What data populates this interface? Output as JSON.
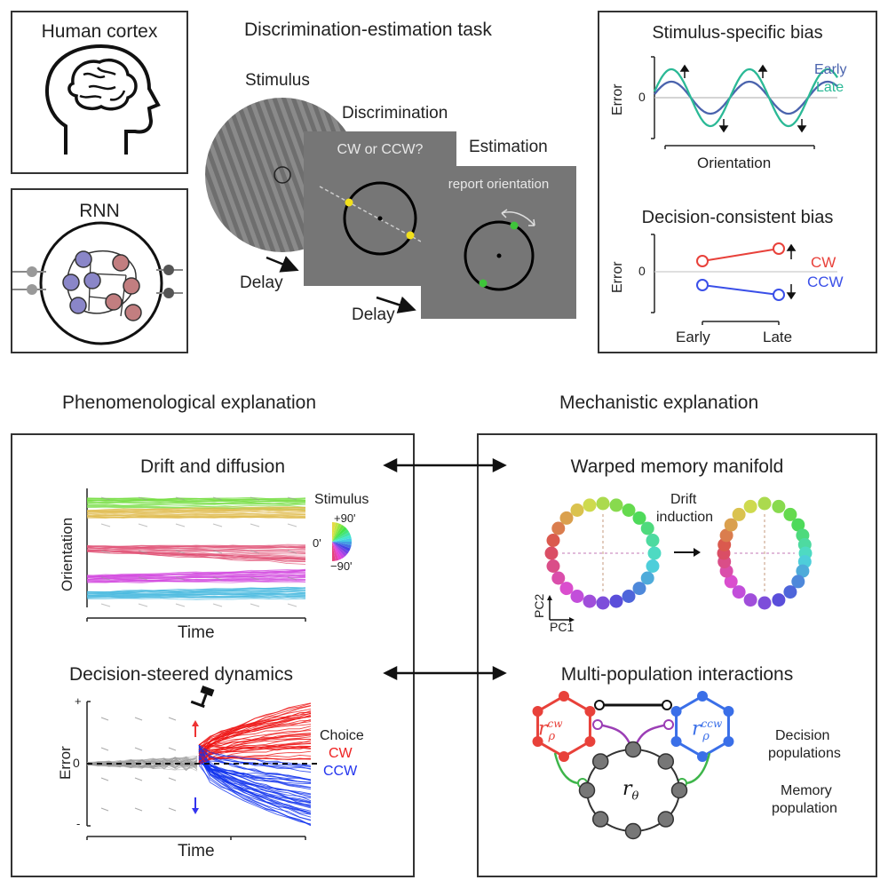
{
  "cortex": {
    "title": "Human cortex"
  },
  "rnn": {
    "title": "RNN"
  },
  "task": {
    "title": "Discrimination-estimation task",
    "stimulus": "Stimulus",
    "discrimination": "Discrimination",
    "question": "CW or CCW?",
    "estimation": "Estimation",
    "report": "report orientation",
    "delay1": "Delay",
    "delay2": "Delay"
  },
  "ssb": {
    "title": "Stimulus-specific bias",
    "ylabel": "Error",
    "xlabel": "Orientation",
    "zero": "0",
    "legend_early": "Early",
    "legend_late": "Late",
    "color_early": "#4a63ad",
    "color_late": "#2bb996"
  },
  "dcb": {
    "title": "Decision-consistent bias",
    "ylabel": "Error",
    "zero": "0",
    "cw": "CW",
    "ccw": "CCW",
    "x_early": "Early",
    "x_late": "Late",
    "color_cw": "#e8413a",
    "color_ccw": "#3a4fe8"
  },
  "phen": {
    "heading": "Phenomenological explanation"
  },
  "mech": {
    "heading": "Mechanistic explanation"
  },
  "drift": {
    "title": "Drift and diffusion",
    "ylabel": "Orientation",
    "xlabel": "Time",
    "stimulus": "Stimulus",
    "plus90": "+90'",
    "zero_deg": "0'",
    "minus90": "−90'"
  },
  "decision": {
    "title": "Decision-steered dynamics",
    "ylabel": "Error",
    "xlabel": "Time",
    "plus": "+",
    "zero": "0",
    "minus": "-",
    "choice": "Choice",
    "cw": "CW",
    "ccw": "CCW"
  },
  "manifold": {
    "title": "Warped memory manifold",
    "drift1": "Drift",
    "drift2": "induction",
    "pc1": "PC1",
    "pc2": "PC2"
  },
  "multi": {
    "title": "Multi-population interactions",
    "dec1": "Decision",
    "dec2": "populations",
    "mem1": "Memory",
    "mem2": "population",
    "r_cw": "r",
    "r_cw_sub": "ρ",
    "r_cw_sup": "cw",
    "r_ccw": "r",
    "r_ccw_sub": "ρ",
    "r_ccw_sup": "ccw",
    "r_theta": "r",
    "r_theta_sub": "θ"
  }
}
